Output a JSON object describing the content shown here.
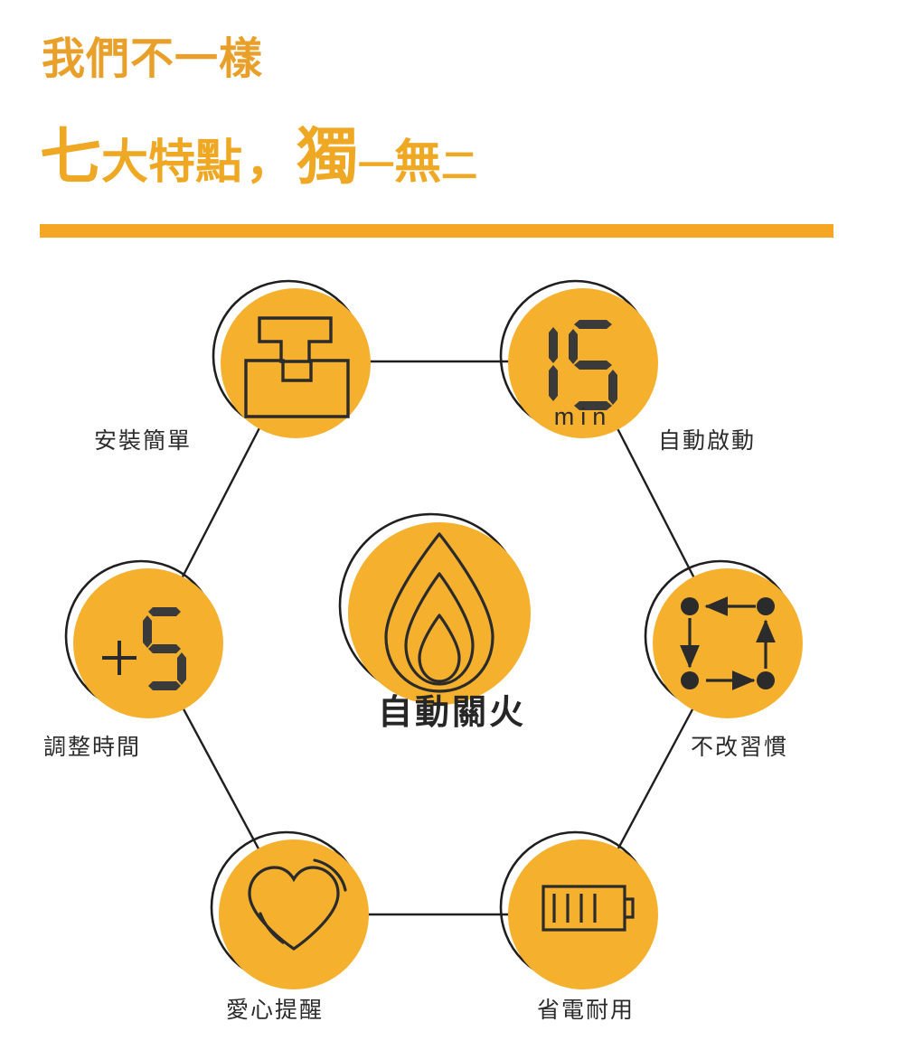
{
  "header": {
    "line1": "我們不一樣",
    "line2_parts": [
      {
        "text": "七",
        "size": "big"
      },
      {
        "text": "大特點",
        "size": "mid"
      },
      {
        "text": "，",
        "size": "comma"
      },
      {
        "text": "獨",
        "size": "big"
      },
      {
        "text": "一",
        "size": "small"
      },
      {
        "text": "無",
        "size": "mid"
      },
      {
        "text": "二",
        "size": "small"
      }
    ],
    "divider_color": "#F5A623"
  },
  "colors": {
    "orange_fill": "#F5B02E",
    "orange_brand": "#F5A623",
    "headline_orange": "#EFA824",
    "outline_dark": "#1f1f1f",
    "icon_dark": "#2b2b2b",
    "label_dark": "#2b2b2b",
    "background": "#ffffff"
  },
  "diagram": {
    "type": "hexagon-feature-wheel",
    "center": {
      "name": "auto-flame-shutoff",
      "label": "自動關火",
      "icon": "flame-icon"
    },
    "nodes": [
      {
        "id": "install",
        "label": "安裝簡單",
        "icon": "puzzle-install-icon",
        "position": "top-left"
      },
      {
        "id": "autostart",
        "label": "自動啟動",
        "icon": "timer-15-min-icon",
        "display_value": "15",
        "display_unit": "min",
        "position": "top-right"
      },
      {
        "id": "adjust-time",
        "label": "調整時間",
        "icon": "plus-five-icon",
        "display_value": "+5",
        "position": "left"
      },
      {
        "id": "no-habit-change",
        "label": "不改習慣",
        "icon": "cycle-arrows-icon",
        "position": "right"
      },
      {
        "id": "caring-reminder",
        "label": "愛心提醒",
        "icon": "heart-icon",
        "position": "bottom-left"
      },
      {
        "id": "power-saving",
        "label": "省電耐用",
        "icon": "battery-icon",
        "position": "bottom-right"
      }
    ]
  }
}
